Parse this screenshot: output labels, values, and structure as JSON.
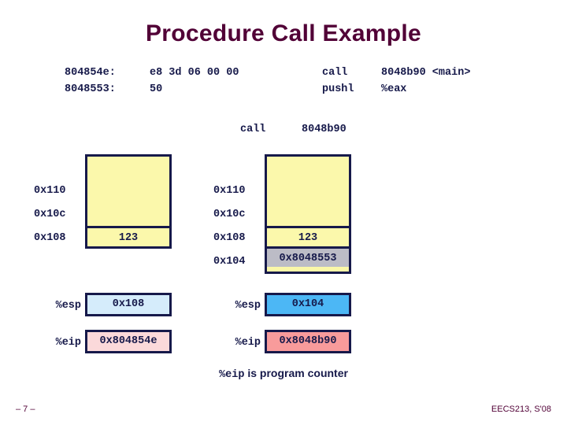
{
  "slide": {
    "title": "Procedure Call Example",
    "caption_mono": "%eip",
    "caption_text": " is program counter",
    "footer_page": "– 7 –",
    "footer_course": "EECS213, S'08"
  },
  "code": {
    "lines": [
      {
        "address": "804854e:",
        "bytes": "e8 3d 06 00 00",
        "op": "call",
        "arg": "8048b90 <main>"
      },
      {
        "address": "8048553:",
        "bytes": "50",
        "op": "pushl",
        "arg": "%eax"
      }
    ],
    "annotation": {
      "op": "call",
      "arg": "8048b90"
    }
  },
  "stacks": {
    "before": {
      "addresses": [
        "0x110",
        "0x10c",
        "0x108"
      ],
      "cells": [
        {
          "label": "",
          "value": "",
          "kind": "empty"
        },
        {
          "label": "0x108",
          "value": "123",
          "kind": "value"
        }
      ]
    },
    "after": {
      "addresses": [
        "0x110",
        "0x10c",
        "0x108",
        "0x104"
      ],
      "cells": [
        {
          "label": "",
          "value": "",
          "kind": "empty"
        },
        {
          "label": "0x108",
          "value": "123",
          "kind": "value"
        },
        {
          "label": "0x104",
          "value": "0x8048553",
          "kind": "saved"
        }
      ]
    }
  },
  "registers": {
    "before": {
      "esp_label": "%esp",
      "esp_value": "0x108",
      "eip_label": "%eip",
      "eip_value": "0x804854e"
    },
    "after": {
      "esp_label": "%esp",
      "esp_value": "0x104",
      "eip_label": "%eip",
      "eip_value": "0x8048b90"
    }
  },
  "colors": {
    "title": "#510036",
    "ink": "#16194a",
    "stack_fill": "#fbf8ab",
    "saved_fill": "#bcbcc6",
    "esp_before": "#d5ecfb",
    "eip_before": "#fbd9da",
    "esp_after": "#4cb7f5",
    "eip_after": "#f89b9b"
  }
}
